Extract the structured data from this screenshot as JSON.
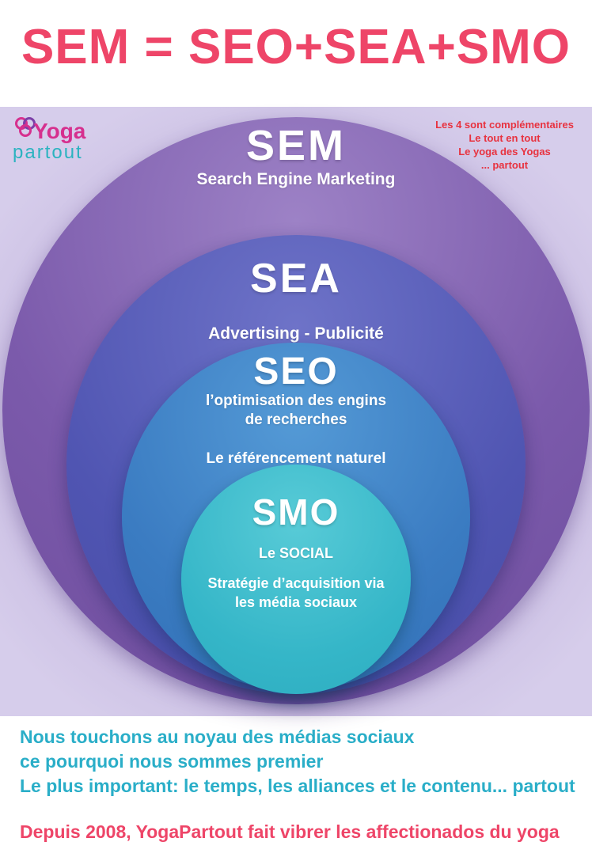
{
  "title": "SEM = SEO+SEA+SMO",
  "logo": {
    "line1": "Yoga",
    "line2": "partout"
  },
  "annotation": {
    "lines": [
      "Les 4 sont complémentaires",
      "Le tout en tout",
      "Le yoga des Yogas",
      "... partout"
    ]
  },
  "diagram": {
    "type": "nested-circles",
    "circles": [
      {
        "id": "sem",
        "label": "SEM",
        "sublabel": "Search Engine Marketing",
        "color": "#7b5aab"
      },
      {
        "id": "sea",
        "label": "SEA",
        "sublabel": "Advertising - Publicité",
        "color": "#5055b2"
      },
      {
        "id": "seo",
        "label": "SEO",
        "sublabel": "l’optimisation des engins de recherches",
        "sublabel2": "Le référencement naturel",
        "color": "#3b7cc2"
      },
      {
        "id": "smo",
        "label": "SMO",
        "sublabel": "Le SOCIAL",
        "sublabel2": "Stratégie d’acquisition via les média sociaux",
        "color": "#35b6c8"
      }
    ]
  },
  "footer": {
    "teal_lines": [
      "Nous touchons au noyau des médias sociaux",
      "ce pourquoi nous sommes premier",
      "Le plus important: le temps, les alliances et le contenu... partout"
    ],
    "pink_line": "Depuis 2008, YogaPartout fait vibrer les affectionados du yoga"
  },
  "colors": {
    "title_pink": "#ee4568",
    "annotation_red": "#e8323f",
    "footer_teal": "#2aaec8",
    "logo_magenta": "#d6308e",
    "logo_teal": "#2bb3c0",
    "band_lavender": "#c2b4dd"
  }
}
